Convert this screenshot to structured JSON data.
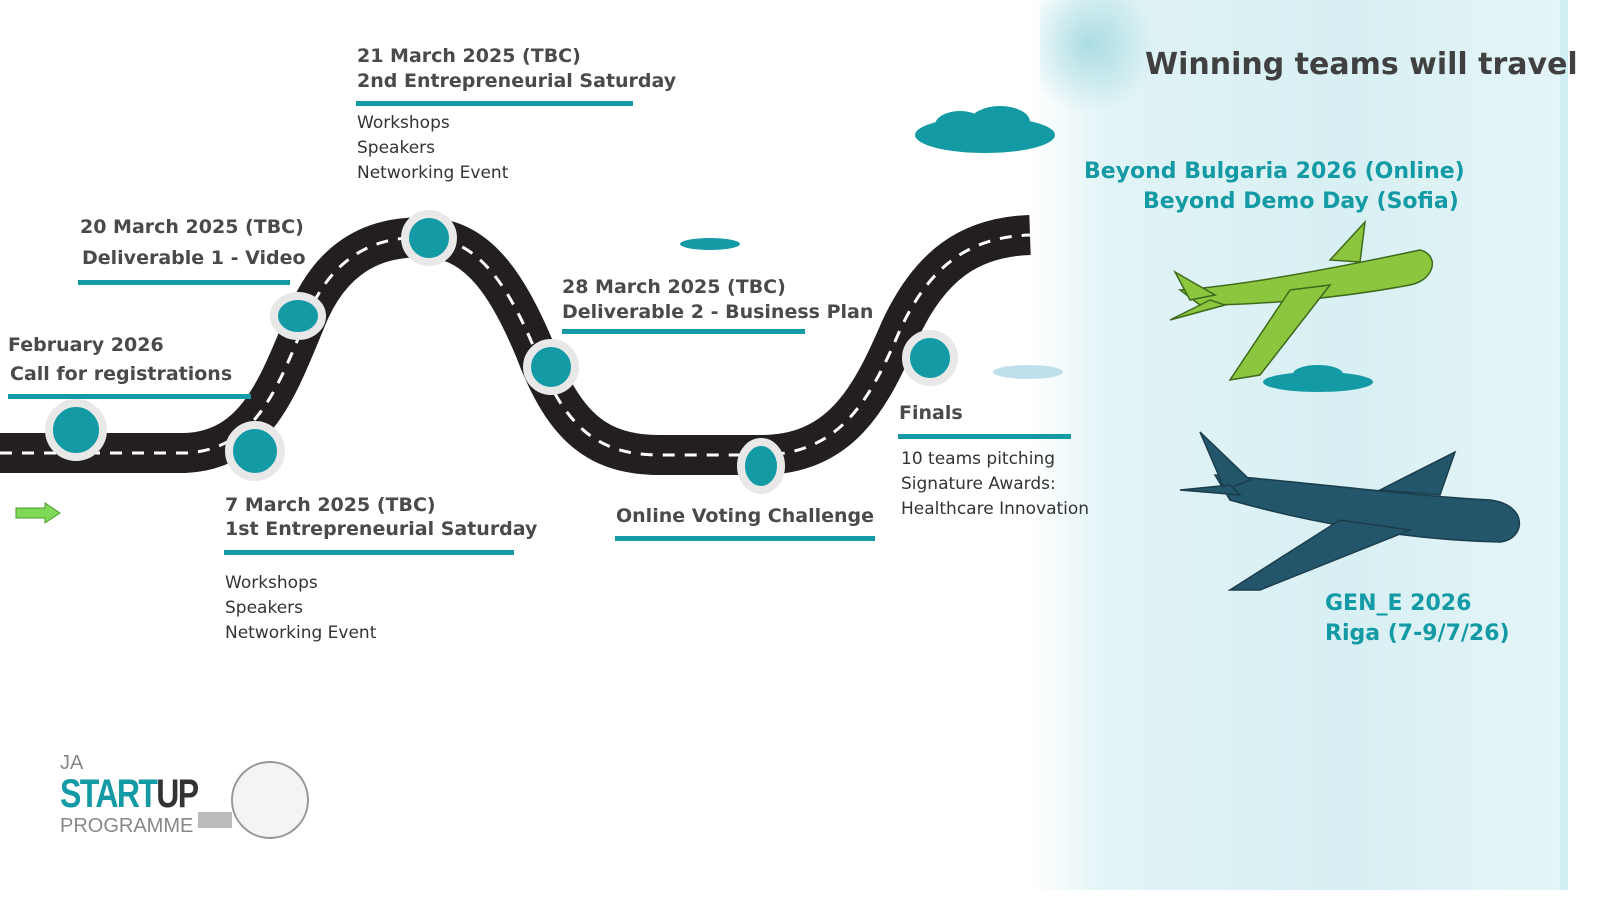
{
  "title": "Winning teams will travel",
  "milestones": [
    {
      "date": "February 2026",
      "label": "Call for registrations"
    },
    {
      "date": "7 March 2025 (TBC)",
      "label": "1st Entrepreneurial Saturday",
      "items": [
        "Workshops",
        "Speakers",
        "Networking Event"
      ]
    },
    {
      "date": "20 March 2025 (TBC)",
      "label": "Deliverable 1 - Video"
    },
    {
      "date": "21 March 2025 (TBC)",
      "label": "2nd Entrepreneurial Saturday",
      "items": [
        "Workshops",
        "Speakers",
        "Networking Event"
      ]
    },
    {
      "date": "28 March 2025 (TBC)",
      "label": "Deliverable 2 - Business Plan"
    },
    {
      "label": "Online Voting Challenge"
    },
    {
      "label": "Finals",
      "items": [
        "10 teams pitching",
        "Signature Awards:",
        "Healthcare Innovation"
      ]
    }
  ],
  "destinations": {
    "green_plane": [
      "Beyond Bulgaria 2026 (Online)",
      "Beyond Demo Day (Sofia)"
    ],
    "blue_plane": [
      "GEN_E 2026",
      "Riga (7-9/7/26)"
    ]
  },
  "logo": {
    "top": "JA",
    "main_a": "START",
    "main_b": "UP",
    "bottom": "PROGRAMME"
  },
  "colors": {
    "accent": "#139aa5",
    "road": "#231f20",
    "green_plane": "#8cc63f",
    "blue_plane": "#24566b"
  }
}
